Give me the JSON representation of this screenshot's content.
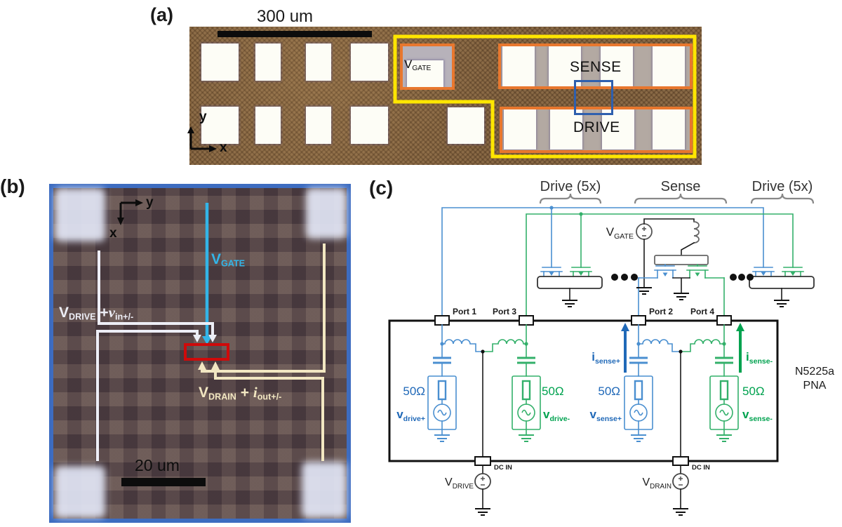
{
  "panel_a": {
    "label": "(a)",
    "scale_label": "300 um",
    "vgate": {
      "main": "V",
      "sub": "GATE"
    },
    "sense_label": "SENSE",
    "drive_label": "DRIVE",
    "axis": {
      "x": "x",
      "y": "y"
    }
  },
  "panel_b": {
    "label": "(b)",
    "axis": {
      "x": "x",
      "y": "y"
    },
    "vgate": {
      "main": "V",
      "sub": "GATE"
    },
    "drive_line": {
      "main": "V",
      "sub": "DRIVE",
      "op": "+",
      "var": "v",
      "var_sub": "in+/-"
    },
    "drain_line": {
      "main": "V",
      "sub": "DRAIN",
      "op": "+",
      "var": "i",
      "var_sub": "out+/-"
    },
    "scale_label": "20 um"
  },
  "panel_c": {
    "label": "(c)",
    "groups": {
      "drive_left": "Drive (5x)",
      "sense": "Sense",
      "drive_right": "Drive (5x)"
    },
    "vgate": {
      "main": "V",
      "sub": "GATE"
    },
    "ports": {
      "p1": "Port 1",
      "p3": "Port 3",
      "p2": "Port 2",
      "p4": "Port 4"
    },
    "impedance": "50Ω",
    "sources": {
      "vdrive_plus": {
        "main": "v",
        "sub": "drive+"
      },
      "vdrive_minus": {
        "main": "v",
        "sub": "drive-"
      },
      "vsense_plus": {
        "main": "v",
        "sub": "sense+"
      },
      "vsense_minus": {
        "main": "v",
        "sub": "sense-"
      }
    },
    "currents": {
      "isense_plus": {
        "main": "i",
        "sub": "sense+"
      },
      "isense_minus": {
        "main": "i",
        "sub": "sense-"
      }
    },
    "dc_in": "DC IN",
    "vdrive": {
      "main": "V",
      "sub": "DRIVE"
    },
    "vdrain": {
      "main": "V",
      "sub": "DRAIN"
    },
    "instrument": {
      "line1": "N5225a",
      "line2": "PNA"
    }
  },
  "colors": {
    "yellow": "#ffe600",
    "orange": "#e8772e",
    "boxblue": "#2e5fae",
    "panelblue": "#3d6cc0",
    "red": "#cf0a0a",
    "cyan": "#33b5e8",
    "white_trace": "#edeef6",
    "cream": "#f2e7c2",
    "blue": "#4a8fd0",
    "green": "#33b06a",
    "blue_deep": "#2069b8",
    "green_deep": "#00a24f",
    "a_bg": "#8a6a46",
    "b_bg": "#5a4a49"
  }
}
